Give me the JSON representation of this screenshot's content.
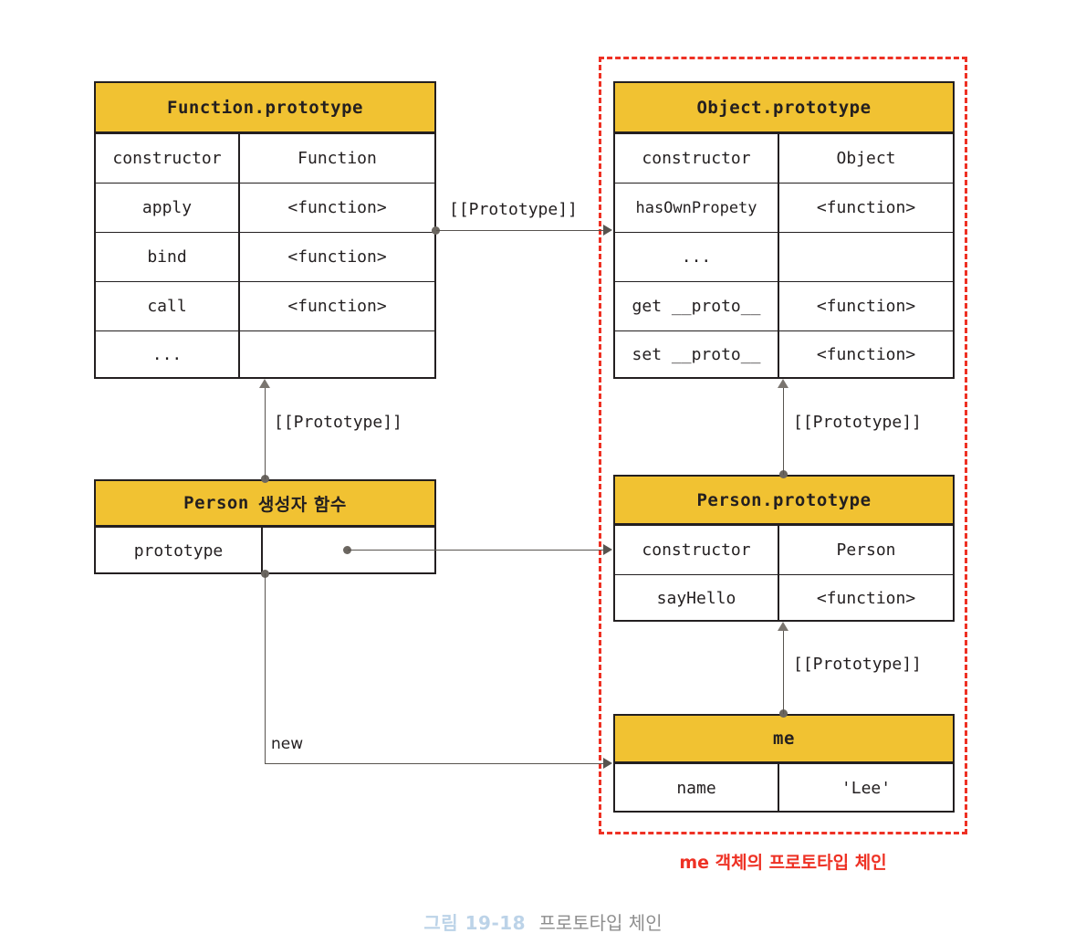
{
  "figure": {
    "number": "그림 19-18",
    "title": "프로토타입 체인"
  },
  "chain_region": {
    "caption": "me 객체의 프로토타입 체인",
    "border_color": "#ee3124"
  },
  "theme": {
    "header_fill": "#f1c232",
    "border": "#231f20",
    "connector": "#58544f",
    "accent_red": "#ee3124",
    "caption_blue": "#bcd3e8",
    "caption_gray": "#8e8e8e"
  },
  "boxes": {
    "function_prototype": {
      "title": "Function.prototype",
      "rows": [
        {
          "key": "constructor",
          "value": "Function"
        },
        {
          "key": "apply",
          "value": "<function>"
        },
        {
          "key": "bind",
          "value": "<function>"
        },
        {
          "key": "call",
          "value": "<function>"
        },
        {
          "key": "...",
          "value": ""
        }
      ]
    },
    "object_prototype": {
      "title": "Object.prototype",
      "rows": [
        {
          "key": "constructor",
          "value": "Object"
        },
        {
          "key": "hasOwnPropety",
          "value": "<function>"
        },
        {
          "key": "...",
          "value": ""
        },
        {
          "key": "get __proto__",
          "value": "<function>"
        },
        {
          "key": "set __proto__",
          "value": "<function>"
        }
      ]
    },
    "person_constructor": {
      "title_code": "Person",
      "title_kr": "생성자 함수",
      "rows": [
        {
          "key": "prototype",
          "value": ""
        }
      ]
    },
    "person_prototype": {
      "title": "Person.prototype",
      "rows": [
        {
          "key": "constructor",
          "value": "Person"
        },
        {
          "key": "sayHello",
          "value": "<function>"
        }
      ]
    },
    "me_object": {
      "title": "me",
      "rows": [
        {
          "key": "name",
          "value": "'Lee'"
        }
      ]
    }
  },
  "edges": {
    "fnproto_to_objproto": "[[Prototype]]",
    "person_to_fnproto": "[[Prototype]]",
    "personproto_to_objproto": "[[Prototype]]",
    "me_to_personproto": "[[Prototype]]",
    "new_instance": "new"
  }
}
